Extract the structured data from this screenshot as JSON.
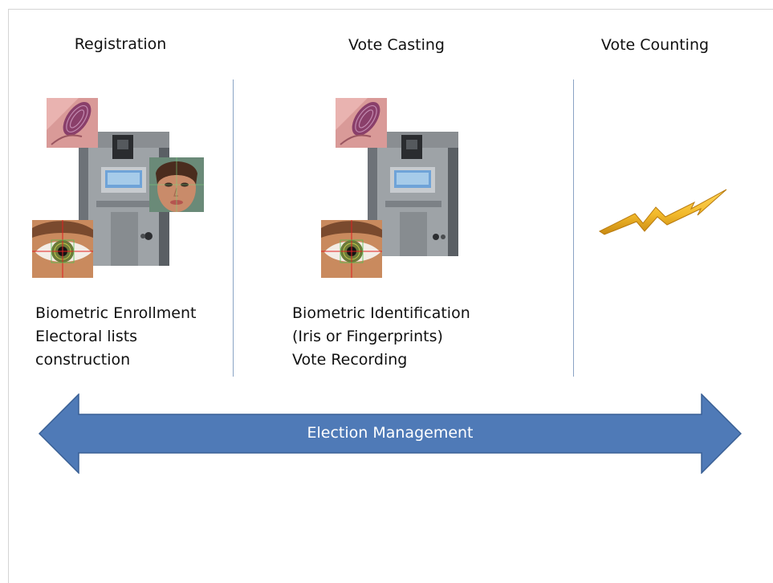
{
  "columns": [
    {
      "title": "Registration",
      "lines": [
        "Biometric Enrollment",
        "Electoral lists",
        "construction"
      ]
    },
    {
      "title": "Vote Casting",
      "lines": [
        "Biometric Identification",
        "(Iris or Fingerprints)",
        "Vote Recording"
      ]
    },
    {
      "title": "Vote Counting",
      "lines": []
    }
  ],
  "arrow": {
    "label": "Election Management"
  },
  "colors": {
    "arrow_fill": "#4f7ab7",
    "arrow_stroke": "#3a6095",
    "divider": "#8aa3c4",
    "bolt": "#f2b92b",
    "text": "#111111"
  },
  "icons": [
    "fingerprint-photo",
    "voting-machine-photo",
    "face-photo",
    "iris-photo",
    "lightning-bolt-icon"
  ]
}
